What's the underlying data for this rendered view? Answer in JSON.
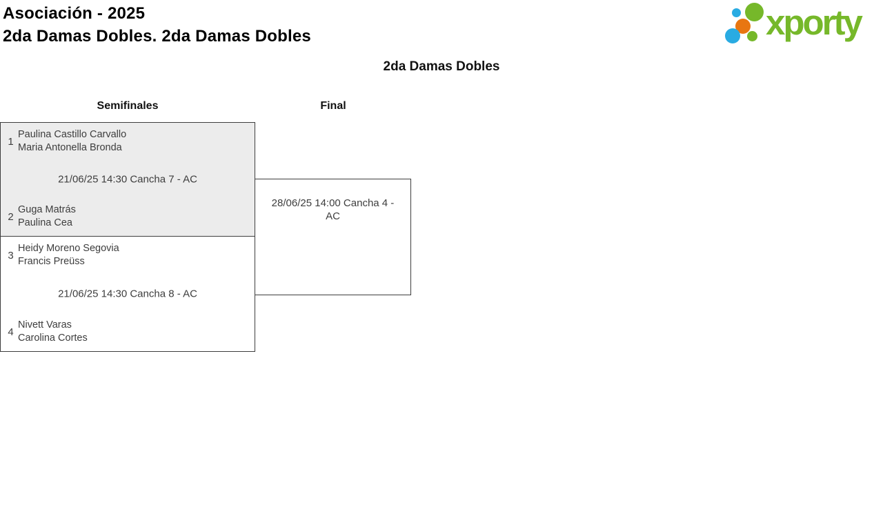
{
  "header": {
    "title_line1": "Asociación - 2025",
    "title_line2": "2da Damas Dobles. 2da Damas Dobles",
    "logo_text": "xporty"
  },
  "bracket": {
    "title": "2da Damas Dobles",
    "rounds": [
      {
        "label": "Semifinales"
      },
      {
        "label": "Final"
      }
    ],
    "matches": [
      {
        "schedule": "21/06/25 14:30 Cancha 7 - AC",
        "teams": [
          {
            "seed": "1",
            "players": [
              "Paulina Castillo Carvallo",
              "Maria Antonella Bronda"
            ]
          },
          {
            "seed": "2",
            "players": [
              "Guga Matrás",
              "Paulina Cea"
            ]
          }
        ]
      },
      {
        "schedule": "21/06/25 14:30 Cancha 8 - AC",
        "teams": [
          {
            "seed": "3",
            "players": [
              "Heidy Moreno Segovia",
              "Francis Preüss"
            ]
          },
          {
            "seed": "4",
            "players": [
              "Nivett Varas",
              "Carolina Cortes"
            ]
          }
        ]
      }
    ],
    "final": {
      "schedule": "28/06/25 14:00 Cancha 4 - AC"
    }
  },
  "colors": {
    "logo_green": "#76b82a",
    "logo_blue": "#29abe2",
    "logo_orange": "#e87611",
    "match_alt_background": "#ececec",
    "box_border": "#3c3c3c",
    "text": "#3d3d3d"
  }
}
